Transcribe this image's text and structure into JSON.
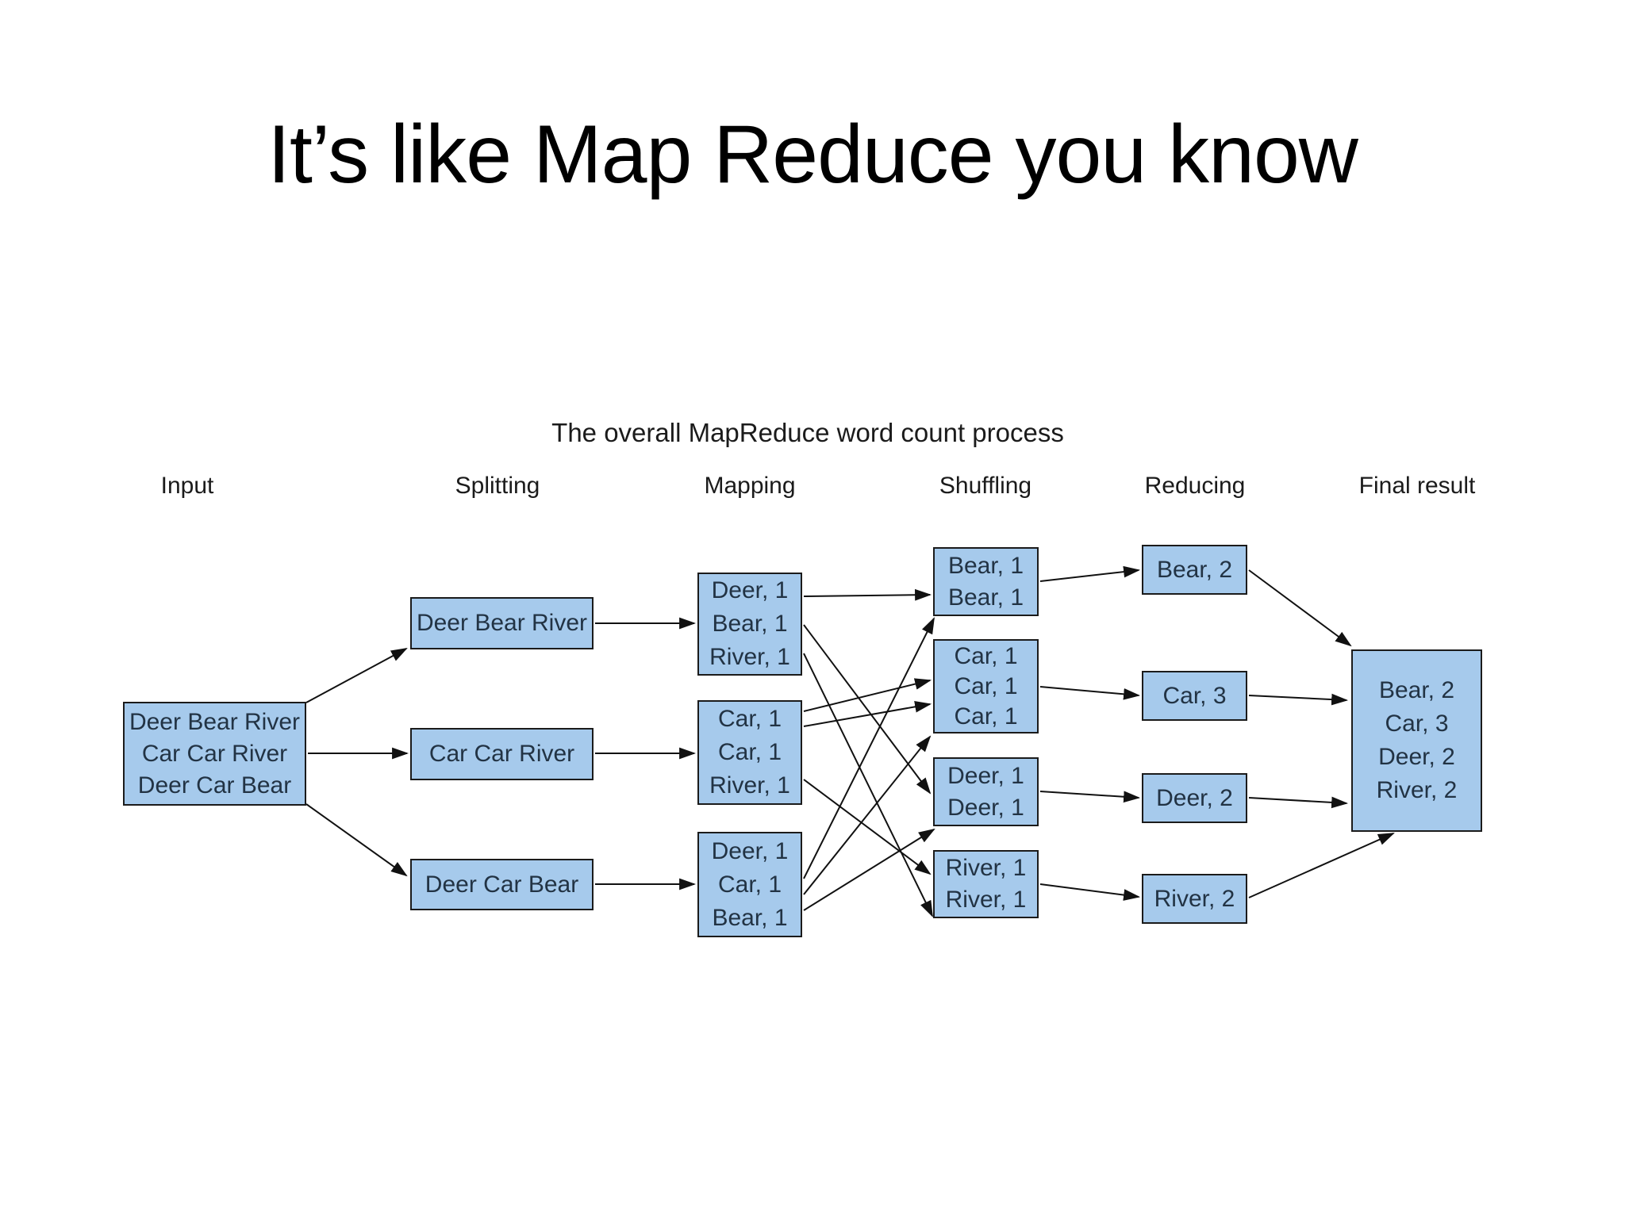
{
  "slide": {
    "title": "It’s like Map Reduce you know"
  },
  "diagram": {
    "title": "The overall MapReduce word count process",
    "columns": [
      "Input",
      "Splitting",
      "Mapping",
      "Shuffling",
      "Reducing",
      "Final result"
    ],
    "input_box": {
      "lines": [
        "Deer Bear River",
        "Car Car River",
        "Deer Car Bear"
      ]
    },
    "split_boxes": [
      "Deer Bear River",
      "Car Car River",
      "Deer Car Bear"
    ],
    "map_boxes": [
      {
        "lines": [
          "Deer, 1",
          "Bear, 1",
          "River, 1"
        ]
      },
      {
        "lines": [
          "Car, 1",
          "Car, 1",
          "River, 1"
        ]
      },
      {
        "lines": [
          "Deer, 1",
          "Car, 1",
          "Bear, 1"
        ]
      }
    ],
    "shuffle_boxes": [
      {
        "lines": [
          "Bear, 1",
          "Bear, 1"
        ]
      },
      {
        "lines": [
          "Car, 1",
          "Car, 1",
          "Car, 1"
        ]
      },
      {
        "lines": [
          "Deer, 1",
          "Deer, 1"
        ]
      },
      {
        "lines": [
          "River, 1",
          "River, 1"
        ]
      }
    ],
    "reduce_boxes": [
      "Bear, 2",
      "Car, 3",
      "Deer, 2",
      "River, 2"
    ],
    "final_box": {
      "lines": [
        "Bear, 2",
        "Car, 3",
        "Deer, 2",
        "River, 2"
      ]
    }
  },
  "colors": {
    "background": "#ffffff",
    "title_text": "#000000",
    "box_fill": "#a6caec",
    "box_border": "#1b1b1b",
    "box_text": "#223344",
    "arrow": "#111111"
  }
}
